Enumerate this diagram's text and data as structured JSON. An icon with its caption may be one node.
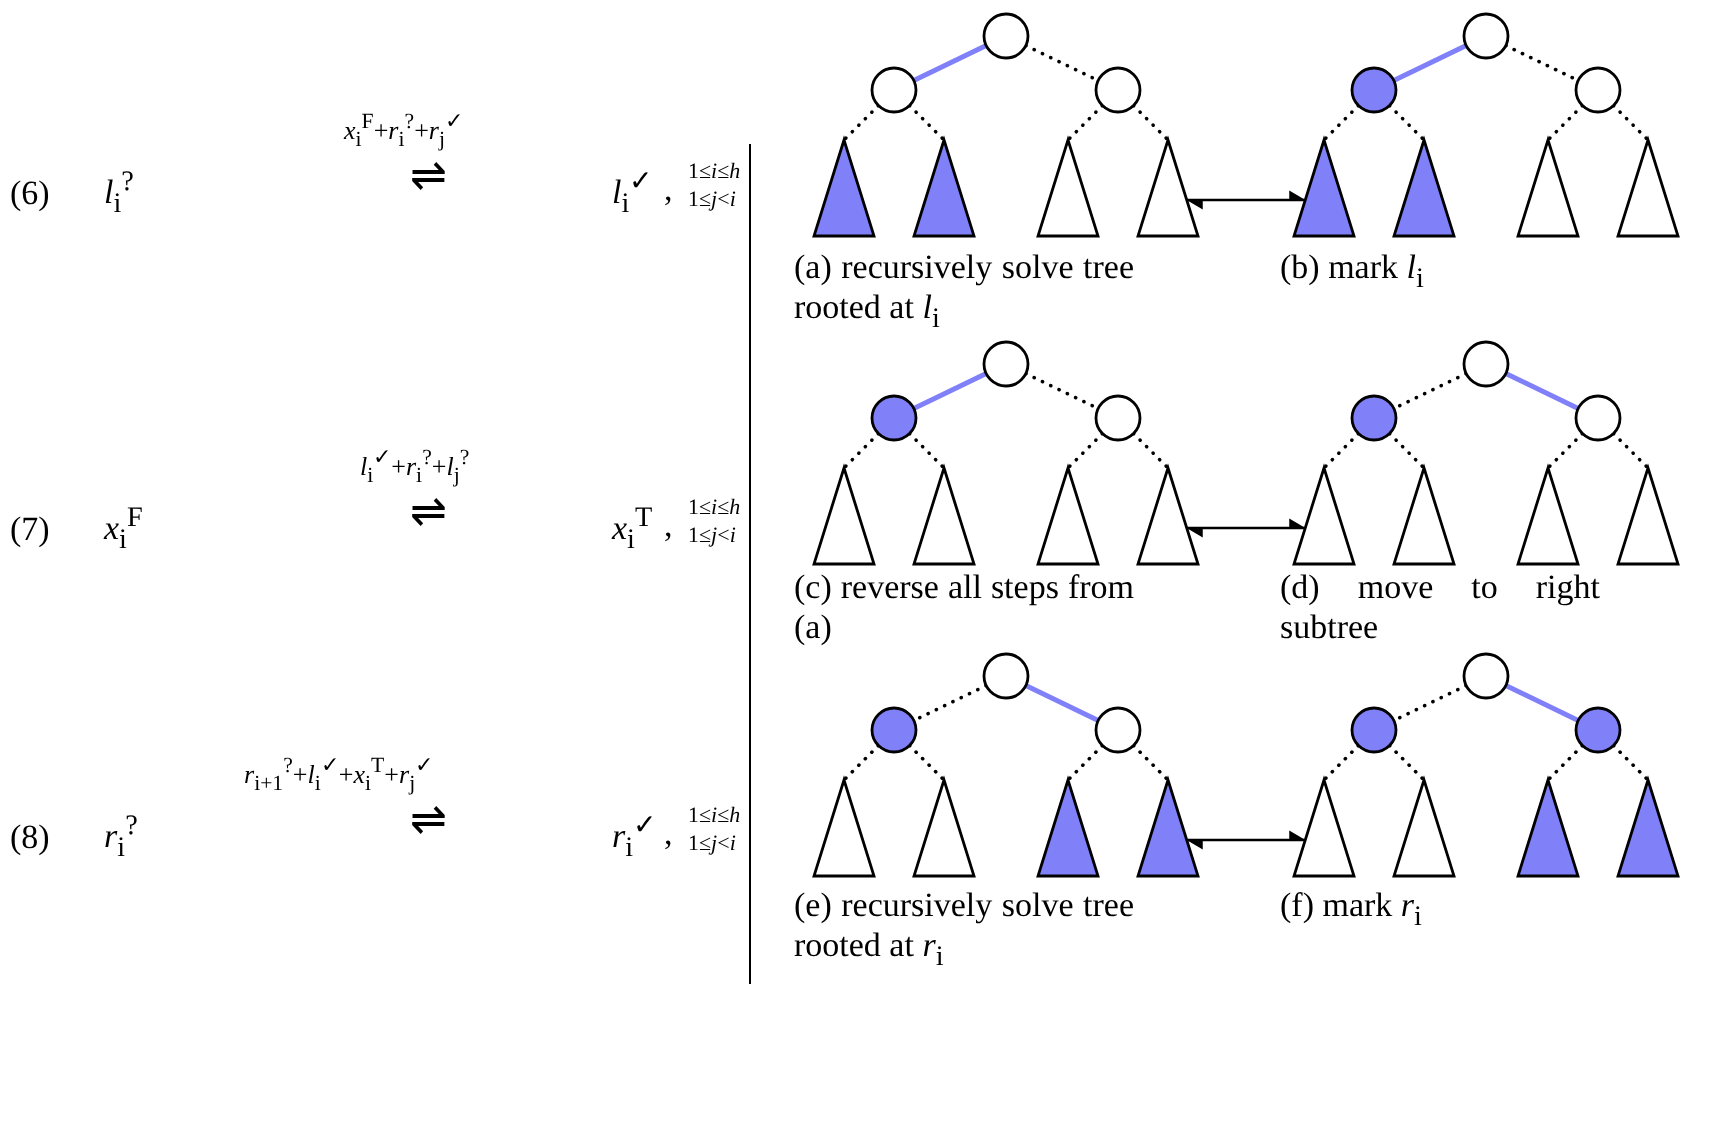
{
  "diagram": {
    "nodes": [
      {
        "text": [],
        "shape": "circle"
      },
      {
        "text": [],
        "shape": "circle"
      },
      {
        "text": [],
        "shape": "circle"
      },
      {
        "text": [],
        "shape": "triangle"
      },
      {
        "text": [],
        "shape": "triangle"
      },
      {
        "text": [],
        "shape": "triangle"
      },
      {
        "text": [],
        "shape": "triangle"
      },
      {
        "text": [],
        "shape": "circle"
      },
      {
        "text": [],
        "shape": "circle"
      },
      {
        "text": [],
        "shape": "circle"
      },
      {
        "text": [],
        "shape": "triangle"
      },
      {
        "text": [],
        "shape": "triangle"
      },
      {
        "text": [],
        "shape": "triangle"
      },
      {
        "text": [],
        "shape": "triangle"
      },
      {
        "text": [],
        "shape": "circle"
      },
      {
        "text": [],
        "shape": "circle"
      },
      {
        "text": [],
        "shape": "circle"
      },
      {
        "text": [],
        "shape": "triangle"
      },
      {
        "text": [],
        "shape": "triangle"
      },
      {
        "text": [],
        "shape": "triangle"
      },
      {
        "text": [],
        "shape": "triangle"
      },
      {
        "text": [],
        "shape": "circle"
      },
      {
        "text": [],
        "shape": "circle"
      },
      {
        "text": [],
        "shape": "circle"
      },
      {
        "text": [],
        "shape": "triangle"
      },
      {
        "text": [],
        "shape": "triangle"
      },
      {
        "text": [],
        "shape": "triangle"
      },
      {
        "text": [],
        "shape": "triangle"
      },
      {
        "text": [],
        "shape": "circle"
      },
      {
        "text": [],
        "shape": "circle"
      },
      {
        "text": [],
        "shape": "circle"
      },
      {
        "text": [],
        "shape": "triangle"
      },
      {
        "text": [],
        "shape": "triangle"
      },
      {
        "text": [],
        "shape": "triangle"
      },
      {
        "text": [],
        "shape": "triangle"
      },
      {
        "text": [],
        "shape": "circle"
      },
      {
        "text": [],
        "shape": "circle"
      },
      {
        "text": [],
        "shape": "circle"
      },
      {
        "text": [],
        "shape": "triangle"
      },
      {
        "text": [],
        "shape": "triangle"
      },
      {
        "text": [],
        "shape": "triangle"
      },
      {
        "text": [],
        "shape": "triangle"
      }
    ],
    "edges": [
      {
        "from": 0,
        "to": 1,
        "arrow": "none",
        "color": "#8080f8"
      },
      {
        "from": 0,
        "to": 2,
        "arrow": "none",
        "style": "dashed"
      },
      {
        "from": 1,
        "to": 3,
        "arrow": "none",
        "style": "dashed"
      },
      {
        "from": 1,
        "to": 4,
        "arrow": "none",
        "style": "dashed"
      },
      {
        "from": 2,
        "to": 5,
        "arrow": "none",
        "style": "dashed"
      },
      {
        "from": 2,
        "to": 6,
        "arrow": "none",
        "style": "dashed"
      },
      {
        "from": 7,
        "to": 8,
        "arrow": "none",
        "color": "#8080f8"
      },
      {
        "from": 7,
        "to": 9,
        "arrow": "none",
        "style": "dashed"
      },
      {
        "from": 8,
        "to": 10,
        "arrow": "none",
        "style": "dashed"
      },
      {
        "from": 8,
        "to": 11,
        "arrow": "none",
        "style": "dashed"
      },
      {
        "from": 9,
        "to": 12,
        "arrow": "none",
        "style": "dashed"
      },
      {
        "from": 9,
        "to": 13,
        "arrow": "none",
        "style": "dashed"
      },
      {
        "from": 14,
        "to": 15,
        "arrow": "none",
        "color": "#8080f8"
      },
      {
        "from": 14,
        "to": 16,
        "arrow": "none",
        "style": "dashed"
      },
      {
        "from": 15,
        "to": 17,
        "arrow": "none",
        "style": "dashed"
      },
      {
        "from": 15,
        "to": 18,
        "arrow": "none",
        "style": "dashed"
      },
      {
        "from": 16,
        "to": 19,
        "arrow": "none",
        "style": "dashed"
      },
      {
        "from": 16,
        "to": 20,
        "arrow": "none",
        "style": "dashed"
      },
      {
        "from": 21,
        "to": 22,
        "arrow": "none",
        "style": "dashed"
      },
      {
        "from": 21,
        "to": 23,
        "arrow": "none",
        "color": "#8080f8"
      },
      {
        "from": 22,
        "to": 24,
        "arrow": "none",
        "style": "dashed"
      },
      {
        "from": 22,
        "to": 25,
        "arrow": "none",
        "style": "dashed"
      },
      {
        "from": 23,
        "to": 26,
        "arrow": "none",
        "style": "dashed"
      },
      {
        "from": 23,
        "to": 27,
        "arrow": "none",
        "style": "dashed"
      },
      {
        "from": 28,
        "to": 29,
        "arrow": "none",
        "style": "dashed"
      },
      {
        "from": 28,
        "to": 30,
        "arrow": "none",
        "color": "#8080f8"
      },
      {
        "from": 29,
        "to": 31,
        "arrow": "none",
        "style": "dashed"
      },
      {
        "from": 29,
        "to": 32,
        "arrow": "none",
        "style": "dashed"
      },
      {
        "from": 30,
        "to": 33,
        "arrow": "none",
        "style": "dashed"
      },
      {
        "from": 30,
        "to": 34,
        "arrow": "none",
        "style": "dashed"
      },
      {
        "from": 35,
        "to": 36,
        "arrow": "none",
        "style": "dashed"
      },
      {
        "from": 35,
        "to": 37,
        "arrow": "none",
        "color": "#8080f8"
      },
      {
        "from": 36,
        "to": 38,
        "arrow": "none",
        "style": "dashed"
      },
      {
        "from": 36,
        "to": 39,
        "arrow": "none",
        "style": "dashed"
      },
      {
        "from": 37,
        "to": 40,
        "arrow": "none",
        "style": "dashed"
      },
      {
        "from": 37,
        "to": 41,
        "arrow": "none",
        "style": "dashed"
      },
      {
        "from": 6,
        "to": 10,
        "arrow": "both"
      },
      {
        "from": 20,
        "to": 24,
        "arrow": "both"
      },
      {
        "from": 34,
        "to": 38,
        "arrow": "both"
      }
    ],
    "labels": [
      "(6)",
      "*l*$_{i}$$^{?}$",
      "*x*$_{i}$$^{F}$+*r*$_{i}$$^{?}$+*r*$_{j}$$^{✓}$",
      "⇌",
      "*l*$_{i}$$^{✓}$",
      ",",
      "1≤*i*≤*h*",
      "1≤*j*<*i*",
      "(a) recursively solve tree rooted at *l*$_{i}$",
      "(b) mark *l*$_{i}$",
      "(7)",
      "*x*$_{i}$$^{F}$",
      "*l*$_{i}$$^{✓}$+*r*$_{i}$$^{?}$+*l*$_{j}$$^{?}$",
      "⇌",
      "*x*$_{i}$$^{T}$",
      ",",
      "1≤*i*≤*h*",
      "1≤*j*<*i*",
      "(c) reverse all steps from (a)",
      "(d) move to right subtree",
      "(8)",
      "*r*$_{i}$$^{?}$",
      "*r*$_{i+1}$$^{?}$+*l*$_{i}$$^{✓}$+*x*$_{i}$$^{T}$+*r*$_{j}$$^{✓}$",
      "⇌",
      "*r*$_{i}$$^{✓}$",
      ",",
      "1≤*i*≤*h*",
      "1≤*j*<*i*",
      "(e) recursively solve tree rooted at *r*$_{i}$",
      "(f) mark *r*$_{i}$"
    ]
  }
}
